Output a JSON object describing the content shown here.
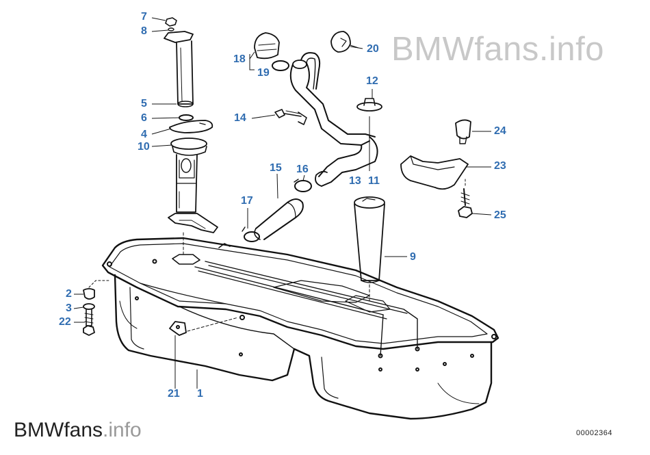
{
  "watermark": {
    "brand": "BMWfans",
    "suffix": ".info"
  },
  "catalog_number": "00002364",
  "callouts": [
    "1",
    "2",
    "3",
    "4",
    "5",
    "6",
    "7",
    "8",
    "9",
    "10",
    "11",
    "12",
    "13",
    "14",
    "15",
    "16",
    "17",
    "18",
    "19",
    "20",
    "21",
    "22",
    "23",
    "24",
    "25"
  ],
  "colors": {
    "callout": "#2f6cb0",
    "linework": "#111111",
    "watermark": "#c8c8c8"
  }
}
